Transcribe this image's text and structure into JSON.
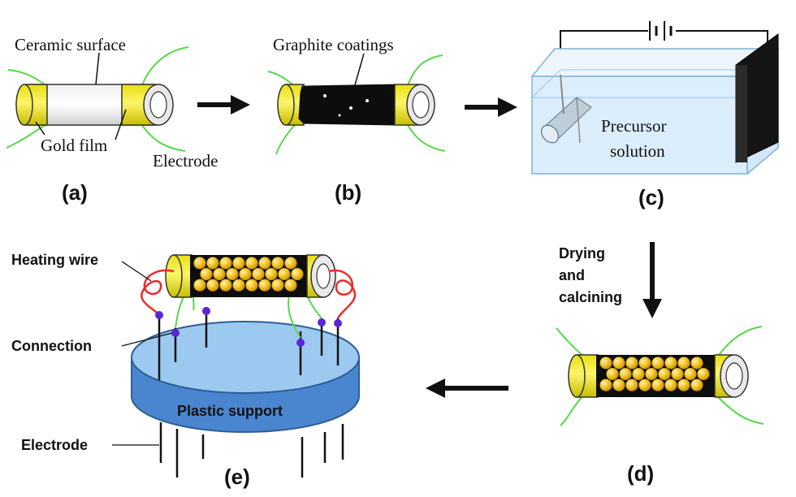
{
  "colors": {
    "gold": "#f2ea1c",
    "graphite": "#111111",
    "wire": "#55d84a",
    "heating_wire": "#ee2a2a",
    "connection": "#5a26d6",
    "tank_fill": "#d9ecfa",
    "tank_edge": "#7fb3d8",
    "support_top": "#9cc9f0",
    "support_side": "#4a86cf",
    "particle": "#f6c733"
  },
  "panels": {
    "a": {
      "label": "(a)",
      "ceramic_surface": "Ceramic surface",
      "gold_film": "Gold film",
      "electrode": "Electrode"
    },
    "b": {
      "label": "(b)",
      "graphite_coatings": "Graphite coatings"
    },
    "c": {
      "label": "(c)",
      "precursor_line1": "Precursor",
      "precursor_line2": "solution"
    },
    "d": {
      "label": "(d)",
      "step_line1": "Drying",
      "step_line2": "and",
      "step_line3": "calcining"
    },
    "e": {
      "label": "(e)",
      "heating_wire": "Heating wire",
      "connection": "Connection",
      "plastic_support": "Plastic support",
      "electrode": "Electrode"
    }
  }
}
